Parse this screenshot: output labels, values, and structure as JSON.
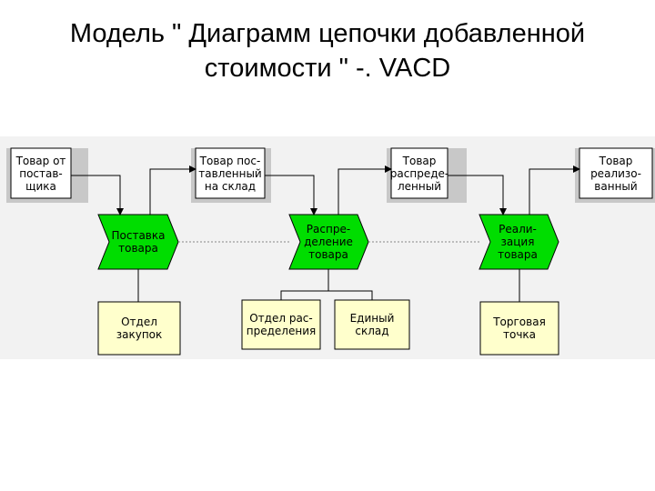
{
  "title": {
    "line1": "Модель \" Диаграмм цепочки добавленной",
    "line2": "стоимости \" -. VACD"
  },
  "colors": {
    "function_fill": "#00dd00",
    "org_fill": "#ffffcc",
    "product_fill": "#ffffff",
    "product_shadow": "#c8c8c8",
    "background": "#f2f2f2"
  },
  "products": [
    {
      "label": "Товар от\nпостав-\nщика"
    },
    {
      "label": "Товар пос-\nтавленный\nна склад"
    },
    {
      "label": "Товар\nраспреде-\nленный"
    },
    {
      "label": "Товар\nреализо-\nванный"
    }
  ],
  "functions": [
    {
      "label": "Поставка\nтовара"
    },
    {
      "label": "Распре-\nделение\nтовара"
    },
    {
      "label": "Реали-\nзация\nтовара"
    }
  ],
  "org_units": [
    {
      "label": "Отдел\nзакупок"
    },
    {
      "label": "Отдел рас-\nпределения"
    },
    {
      "label": "Единый\nсклад"
    },
    {
      "label": "Торговая\nточка"
    }
  ]
}
